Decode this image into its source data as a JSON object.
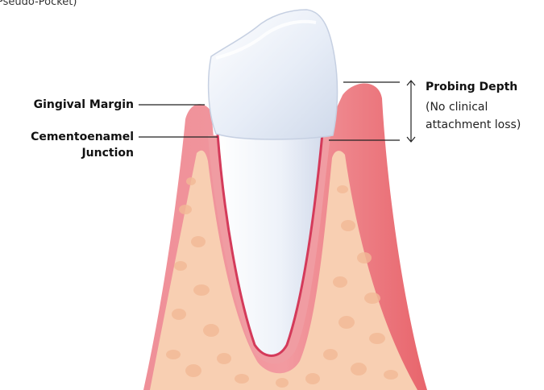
{
  "caption": "Pseudo-Pocket)",
  "labels": {
    "gingival_margin": "Gingival Margin",
    "cej_line1": "Cementoenamel",
    "cej_line2": "Junction",
    "probing_title": "Probing Depth",
    "probing_note_line1": "(No clinical",
    "probing_note_line2": "attachment loss)"
  },
  "colors": {
    "gum": "#e9737a",
    "gum_light": "#f4a1a6",
    "bone": "#f8cfb2",
    "bone_spots": "#f2b996",
    "tooth": "#e8eef8",
    "tooth_edge": "#c6d0e2",
    "root_outline": "#d43a5a"
  }
}
